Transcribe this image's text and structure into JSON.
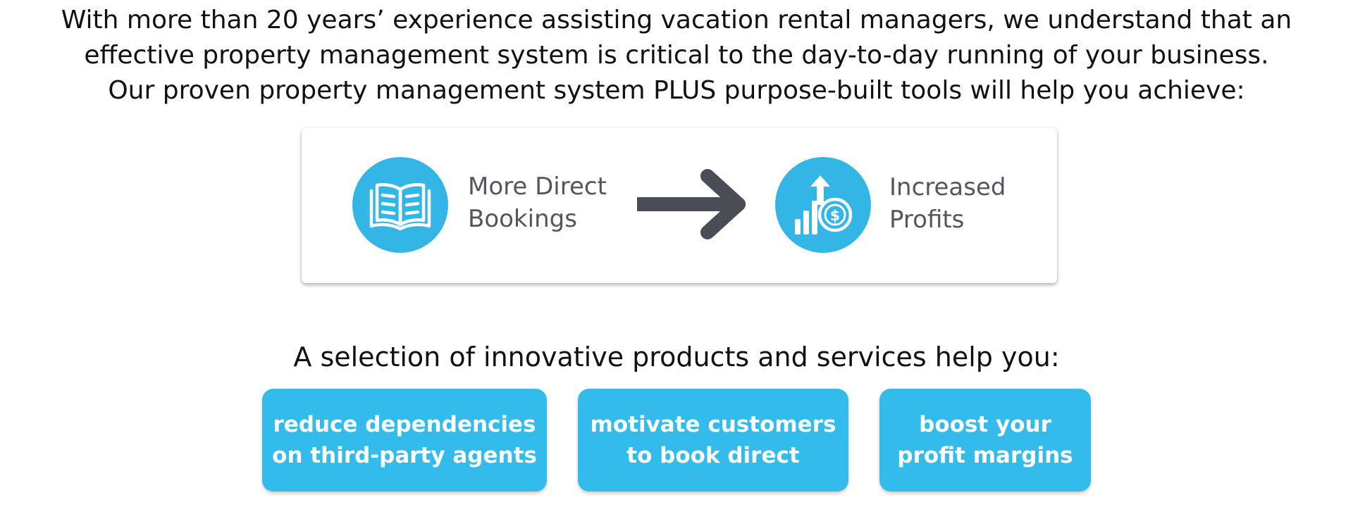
{
  "intro": {
    "lines": [
      "With more than 20 years’ experience assisting vacation rental managers, we understand that an",
      "effective property management system is critical to the day-to-day running of your business.",
      "Our proven property management system PLUS purpose-built tools will help you achieve:"
    ]
  },
  "outcomes": {
    "accent_color": "#33b5e5",
    "text_color": "#53565e",
    "arrow_color": "#4a4d55",
    "left": {
      "icon": "open-book-icon",
      "lines": [
        "More Direct",
        "Bookings"
      ]
    },
    "arrow_icon": "arrow-right-icon",
    "right": {
      "icon": "profit-growth-icon",
      "lines": [
        "Increased",
        "Profits"
      ]
    }
  },
  "subheading": "A selection of innovative products and services help you:",
  "benefits": {
    "color": "#33bbec",
    "items": [
      {
        "lines": [
          "reduce dependencies",
          "on third-party agents"
        ]
      },
      {
        "lines": [
          "motivate customers",
          "to book direct"
        ]
      },
      {
        "lines": [
          "boost your",
          "profit margins"
        ]
      }
    ]
  }
}
